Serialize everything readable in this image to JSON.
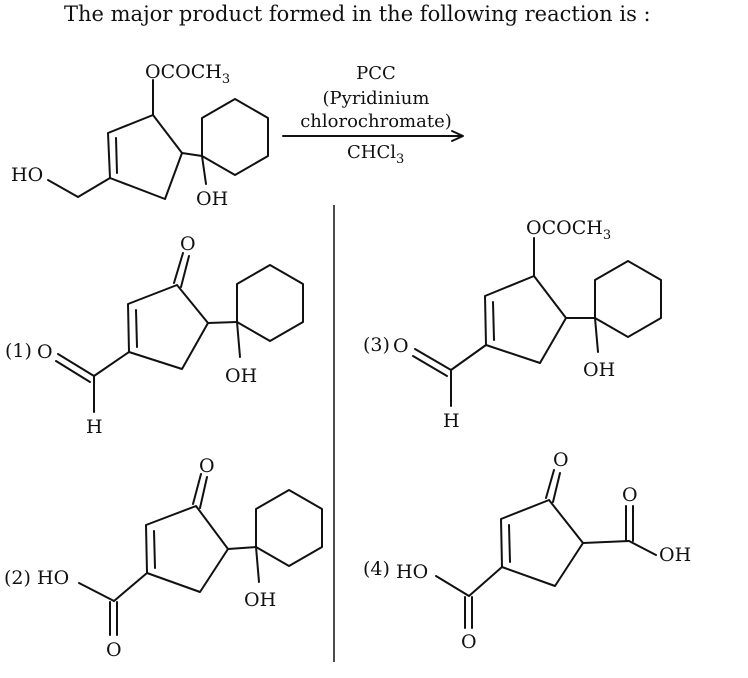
{
  "question": {
    "text": "The major product formed in the following reaction is :"
  },
  "reaction": {
    "reagent_line1": "PCC",
    "reagent_line2": "(Pyridinium",
    "reagent_line3": "chlorochromate)",
    "solvent_main": "CHCl",
    "solvent_sub": "3"
  },
  "groups": {
    "acetate_main": "OCOCH",
    "acetate_sub": "3",
    "hydroxyl": "OH",
    "hydroxyl_left": "HO",
    "oxygen": "O",
    "hydrogen": "H"
  },
  "options": [
    {
      "label": "(1)"
    },
    {
      "label": "(2)"
    },
    {
      "label": "(3)"
    },
    {
      "label": "(4)"
    }
  ]
}
